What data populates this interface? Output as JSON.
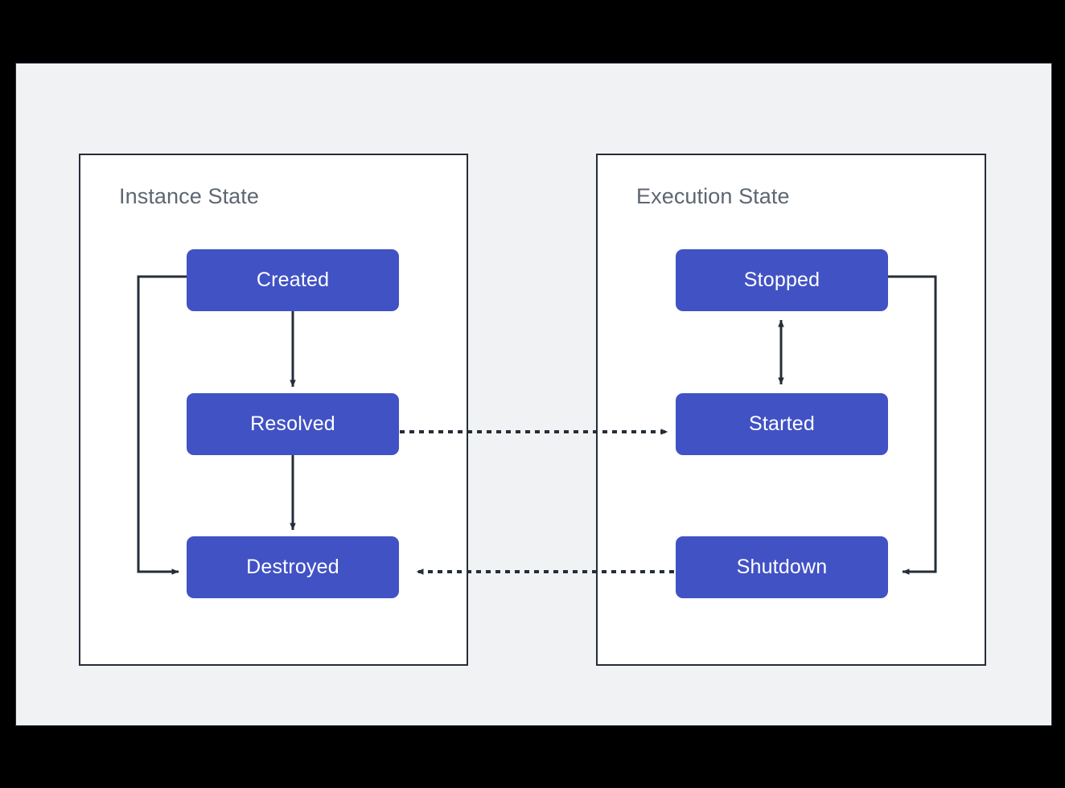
{
  "diagram": {
    "title_visible": false,
    "background_color": "#000000",
    "canvas_color": "#f0f2f4",
    "panel_color": "#ffffff",
    "panel_border_color": "#252d38",
    "box_color": "#4152c4",
    "box_text_color": "#ffffff",
    "connector_color": "#252d38",
    "panel_title_color": "#5d6672"
  },
  "panels": [
    {
      "id": "instance-state",
      "title": "Instance State",
      "states": [
        {
          "id": "created",
          "label": "Created"
        },
        {
          "id": "resolved",
          "label": "Resolved"
        },
        {
          "id": "destroyed",
          "label": "Destroyed"
        }
      ]
    },
    {
      "id": "execution-state",
      "title": "Execution State",
      "states": [
        {
          "id": "stopped",
          "label": "Stopped"
        },
        {
          "id": "started",
          "label": "Started"
        },
        {
          "id": "shutdown",
          "label": "Shutdown"
        }
      ]
    }
  ],
  "transitions": [
    {
      "from": "created",
      "to": "resolved",
      "style": "solid",
      "direction": "one-way",
      "shape": "straight-down"
    },
    {
      "from": "resolved",
      "to": "destroyed",
      "style": "solid",
      "direction": "one-way",
      "shape": "straight-down"
    },
    {
      "from": "created",
      "to": "destroyed",
      "style": "solid",
      "direction": "one-way",
      "shape": "elbow-left"
    },
    {
      "from": "stopped",
      "to": "started",
      "style": "solid",
      "direction": "two-way",
      "shape": "straight-vertical"
    },
    {
      "from": "stopped",
      "to": "shutdown",
      "style": "solid",
      "direction": "one-way",
      "shape": "elbow-right"
    },
    {
      "from": "resolved",
      "to": "started",
      "style": "dotted",
      "direction": "one-way",
      "shape": "straight-right"
    },
    {
      "from": "shutdown",
      "to": "destroyed",
      "style": "dotted",
      "direction": "one-way",
      "shape": "straight-left"
    }
  ]
}
